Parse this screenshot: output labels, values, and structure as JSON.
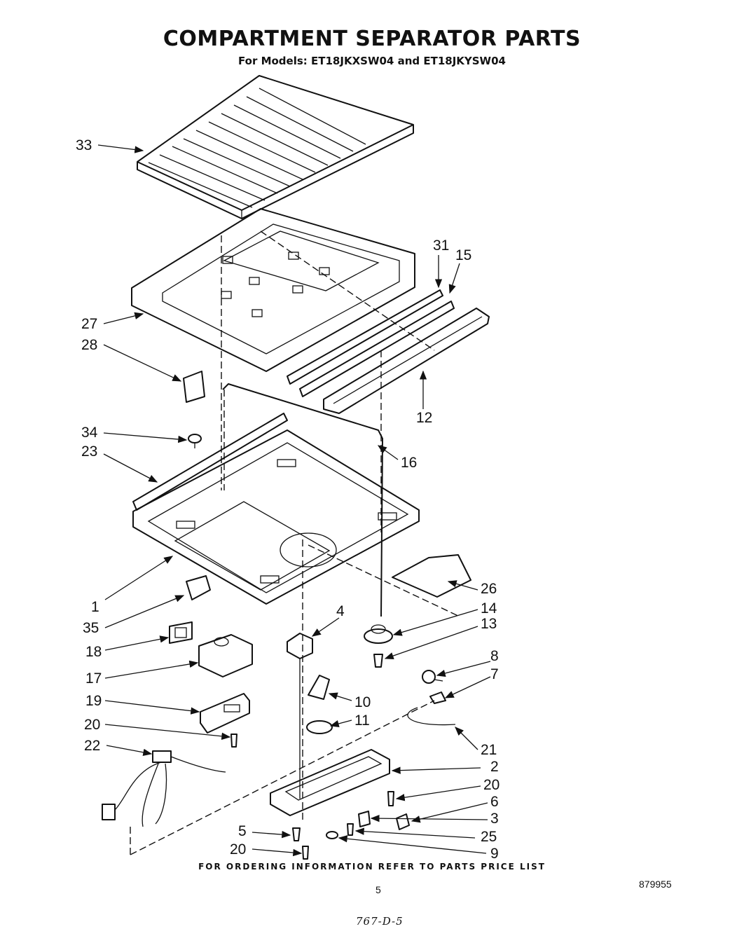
{
  "header": {
    "title": "COMPARTMENT SEPARATOR PARTS",
    "subtitle": "For Models: ET18JKXSW04 and ET18JKYSW04"
  },
  "callouts": {
    "c1": "1",
    "c2": "2",
    "c3": "3",
    "c4": "4",
    "c5": "5",
    "c6": "6",
    "c7": "7",
    "c8": "8",
    "c9": "9",
    "c10": "10",
    "c11": "11",
    "c12": "12",
    "c13": "13",
    "c14": "14",
    "c15": "15",
    "c16": "16",
    "c17": "17",
    "c18": "18",
    "c19": "19",
    "c20a": "20",
    "c20b": "20",
    "c20c": "20",
    "c21": "21",
    "c22": "22",
    "c23": "23",
    "c25": "25",
    "c26": "26",
    "c27": "27",
    "c28": "28",
    "c31": "31",
    "c33": "33",
    "c34": "34",
    "c35": "35"
  },
  "footer": {
    "ordering_note": "FOR ORDERING INFORMATION REFER TO PARTS PRICE LIST",
    "page_number": "5",
    "doc_number": "879955",
    "handwritten_code": "767-D-5"
  }
}
